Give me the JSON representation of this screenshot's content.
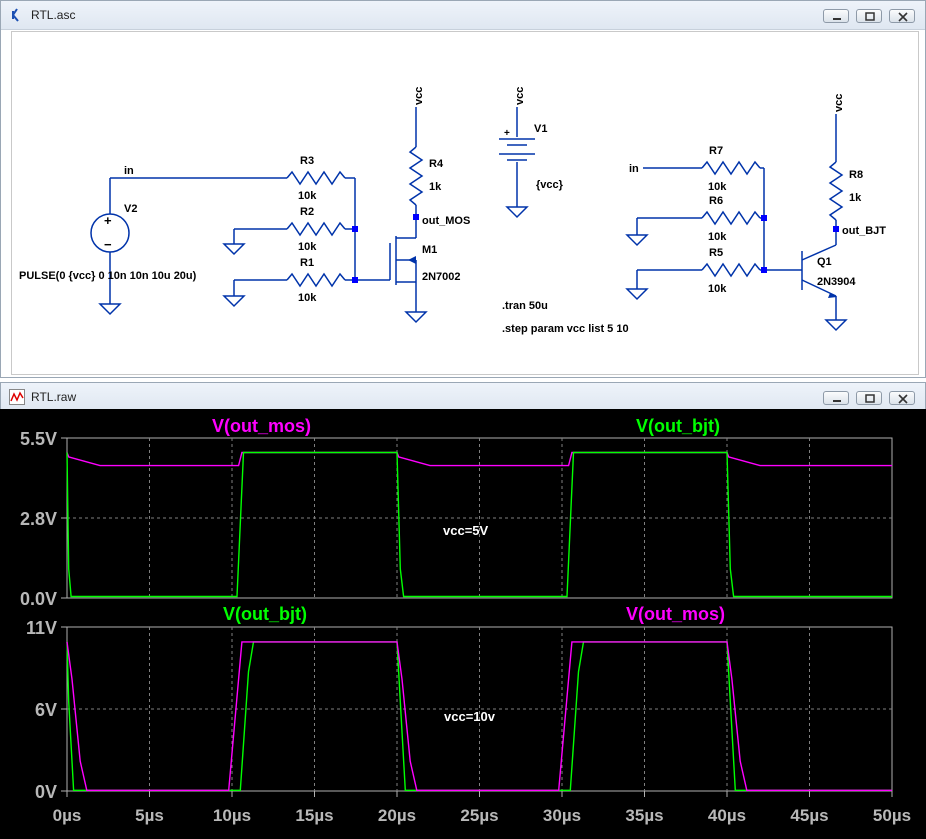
{
  "schematic_window": {
    "title": "RTL.asc",
    "labels": {
      "vcc_m": "vcc",
      "vcc_v1": "vcc",
      "vcc_b": "vcc",
      "in_left": "in",
      "in_right": "in",
      "r3": "R3",
      "r3_val": "10k",
      "r2": "R2",
      "r2_val": "10k",
      "r1": "R1",
      "r1_val": "10k",
      "r4": "R4",
      "r4_val": "1k",
      "out_mos": "out_MOS",
      "m1": "M1",
      "m1_model": "2N7002",
      "v1": "V1",
      "v1_val": "{vcc}",
      "v2": "V2",
      "pulse": "PULSE(0 {vcc} 0 10n 10n 10u 20u)",
      "tran": ".tran 50u",
      "step": ".step param vcc list 5 10",
      "r7": "R7",
      "r7_val": "10k",
      "r6": "R6",
      "r6_val": "10k",
      "r5": "R5",
      "r5_val": "10k",
      "r8": "R8",
      "r8_val": "1k",
      "out_bjt": "out_BJT",
      "q1": "Q1",
      "q1_model": "2N3904",
      "plus": "+",
      "minus": "−",
      "plus2": "+"
    }
  },
  "plot_window": {
    "title": "RTL.raw",
    "colors": {
      "mos": "#ff00ff",
      "bjt": "#00ff00",
      "axis": "#b0b0b0",
      "grid": "#808080",
      "bg": "#000000"
    },
    "pane1": {
      "trace_label_left": "V(out_mos)",
      "trace_label_right": "V(out_bjt)",
      "y_ticks": [
        "5.5V",
        "2.8V",
        "0.0V"
      ],
      "annotation": "vcc=5V"
    },
    "pane2": {
      "trace_label_left": "V(out_bjt)",
      "trace_label_right": "V(out_mos)",
      "y_ticks": [
        "11V",
        "6V",
        "0V"
      ],
      "annotation": "vcc=10v"
    },
    "x_ticks": [
      "0µs",
      "5µs",
      "10µs",
      "15µs",
      "20µs",
      "25µs",
      "30µs",
      "35µs",
      "40µs",
      "45µs",
      "50µs"
    ]
  },
  "chart_data": [
    {
      "type": "line",
      "xlabel": "",
      "ylabel": "",
      "xlim": [
        0,
        50
      ],
      "ylim": [
        0,
        5.5
      ],
      "annotation": "vcc=5V",
      "series": [
        {
          "name": "V(out_mos)",
          "x": [
            0,
            0.1,
            2,
            10.4,
            10.6,
            20,
            20.1,
            22,
            30.4,
            30.6,
            40,
            40.1,
            42,
            50
          ],
          "y": [
            5.0,
            4.85,
            4.55,
            4.55,
            5.0,
            5.0,
            4.85,
            4.55,
            4.55,
            5.0,
            5.0,
            4.85,
            4.55,
            4.55
          ]
        },
        {
          "name": "V(out_bjt)",
          "x": [
            0,
            0.1,
            0.25,
            10.3,
            10.7,
            20,
            20.2,
            20.4,
            30.3,
            30.7,
            40,
            40.2,
            40.4,
            50
          ],
          "y": [
            5.0,
            1.0,
            0.05,
            0.05,
            5.0,
            5.0,
            1.0,
            0.05,
            0.05,
            5.0,
            5.0,
            1.0,
            0.05,
            0.05
          ]
        }
      ]
    },
    {
      "type": "line",
      "xlabel": "",
      "ylabel": "",
      "xlim": [
        0,
        50
      ],
      "ylim": [
        0,
        11
      ],
      "annotation": "vcc=10v",
      "series": [
        {
          "name": "V(out_bjt)",
          "x": [
            0,
            0.1,
            0.4,
            10.5,
            11.0,
            11.3,
            20.0,
            20.2,
            20.5,
            30.5,
            31.0,
            31.3,
            40.0,
            40.2,
            40.5,
            50
          ],
          "y": [
            10.0,
            6.0,
            0.05,
            0.05,
            8.0,
            10.0,
            10.0,
            6.0,
            0.05,
            0.05,
            8.0,
            10.0,
            10.0,
            6.0,
            0.05,
            0.05
          ]
        },
        {
          "name": "V(out_mos)",
          "x": [
            0,
            0.3,
            0.8,
            1.2,
            9.8,
            10.6,
            20.0,
            20.3,
            20.8,
            21.2,
            29.8,
            30.6,
            40.0,
            40.3,
            40.8,
            41.2,
            50
          ],
          "y": [
            10.0,
            7.5,
            2.0,
            0.05,
            0.05,
            10.0,
            10.0,
            7.5,
            2.0,
            0.05,
            0.05,
            10.0,
            10.0,
            7.5,
            2.0,
            0.05,
            0.05
          ]
        }
      ]
    }
  ]
}
